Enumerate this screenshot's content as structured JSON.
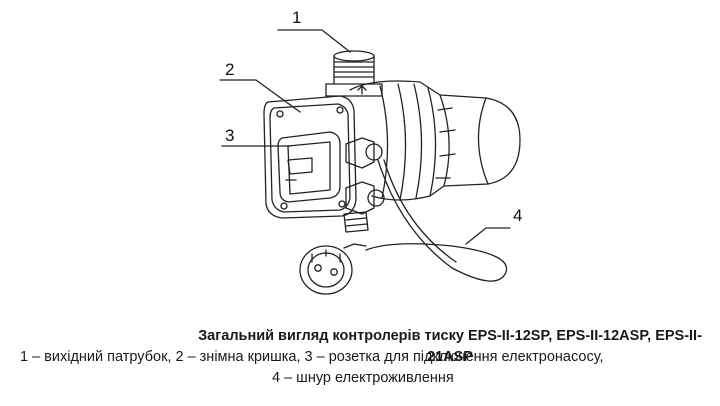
{
  "diagram": {
    "callouts": [
      {
        "id": "1",
        "label": "1"
      },
      {
        "id": "2",
        "label": "2"
      },
      {
        "id": "3",
        "label": "3"
      },
      {
        "id": "4",
        "label": "4"
      }
    ]
  },
  "caption": {
    "title": "Загальний вигляд контролерів тиску EPS-II-12SP, EPS-II-12ASP, EPS-II-21ASP",
    "line1": "1 – вихідний патрубок, 2 – знімна кришка, 3 – розетка для підключення електронасосу,",
    "line2": "4 – шнур електроживлення"
  }
}
